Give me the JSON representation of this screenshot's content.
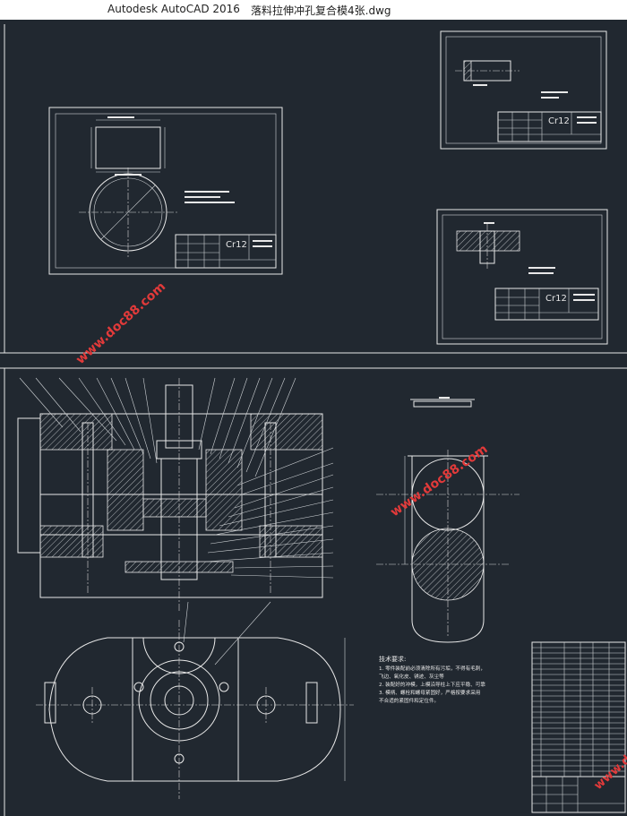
{
  "window": {
    "app_title": "Autodesk AutoCAD 2016",
    "file_name": "落料拉伸冲孔复合模4张.dwg"
  },
  "drawings": {
    "part_sheet_1": {
      "material_label": "Cr12"
    },
    "part_sheet_2": {
      "material_label": "Cr12"
    },
    "part_sheet_3": {
      "material_label": "Cr12"
    }
  },
  "technical_requirements": {
    "heading": "技术要求:",
    "lines": [
      "1. 零件装配前必须清除所有污垢，不得有毛刺，",
      "飞边、氧化皮、锈迹、灰尘等",
      "2. 装配好的冲模，上模沿导柱上下应平稳、可靠",
      "3. 模柄、螺栓和螺母紧固好，严格按要求采用",
      "不合适的紧固件和定位件。"
    ]
  },
  "watermark": {
    "text": "www.doc88.com"
  },
  "colors": {
    "canvas_bg": "#212830",
    "line": "#e8e8e8",
    "watermark": "#e23a3a"
  }
}
